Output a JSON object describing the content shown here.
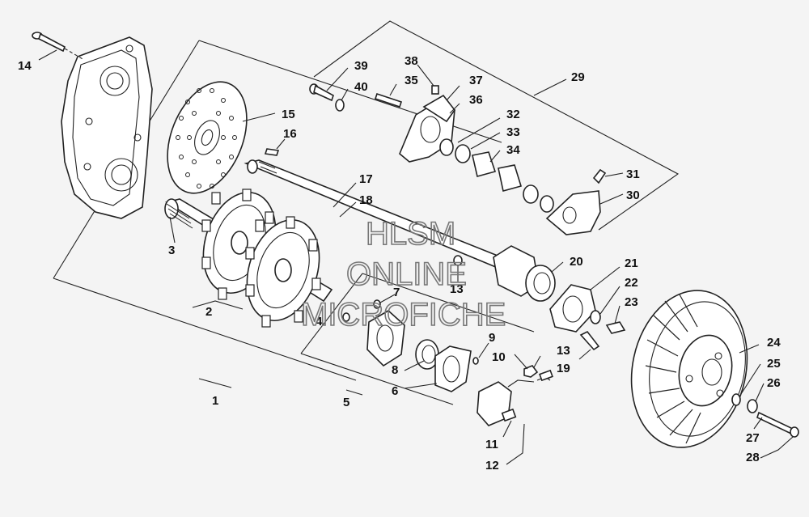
{
  "diagram": {
    "callouts": [
      {
        "id": "14",
        "label": "14"
      },
      {
        "id": "15",
        "label": "15"
      },
      {
        "id": "16",
        "label": "16"
      },
      {
        "id": "17",
        "label": "17"
      },
      {
        "id": "18",
        "label": "18"
      },
      {
        "id": "3",
        "label": "3"
      },
      {
        "id": "2",
        "label": "2"
      },
      {
        "id": "4",
        "label": "4"
      },
      {
        "id": "1",
        "label": "1"
      },
      {
        "id": "5",
        "label": "5"
      },
      {
        "id": "6",
        "label": "6"
      },
      {
        "id": "7",
        "label": "7"
      },
      {
        "id": "8",
        "label": "8"
      },
      {
        "id": "9",
        "label": "9"
      },
      {
        "id": "10",
        "label": "10"
      },
      {
        "id": "11",
        "label": "11"
      },
      {
        "id": "12",
        "label": "12"
      },
      {
        "id": "13a",
        "label": "13"
      },
      {
        "id": "13b",
        "label": "13"
      },
      {
        "id": "19",
        "label": "19"
      },
      {
        "id": "20",
        "label": "20"
      },
      {
        "id": "21",
        "label": "21"
      },
      {
        "id": "22",
        "label": "22"
      },
      {
        "id": "23",
        "label": "23"
      },
      {
        "id": "24",
        "label": "24"
      },
      {
        "id": "25",
        "label": "25"
      },
      {
        "id": "26",
        "label": "26"
      },
      {
        "id": "27",
        "label": "27"
      },
      {
        "id": "28",
        "label": "28"
      },
      {
        "id": "29",
        "label": "29"
      },
      {
        "id": "30",
        "label": "30"
      },
      {
        "id": "31",
        "label": "31"
      },
      {
        "id": "32",
        "label": "32"
      },
      {
        "id": "33",
        "label": "33"
      },
      {
        "id": "34",
        "label": "34"
      },
      {
        "id": "35",
        "label": "35"
      },
      {
        "id": "36",
        "label": "36"
      },
      {
        "id": "37",
        "label": "37"
      },
      {
        "id": "38",
        "label": "38"
      },
      {
        "id": "39",
        "label": "39"
      },
      {
        "id": "40",
        "label": "40"
      }
    ]
  },
  "watermark": {
    "line1": "HLSM",
    "line2": "ONLINE",
    "line3": "MICROFICHE"
  }
}
